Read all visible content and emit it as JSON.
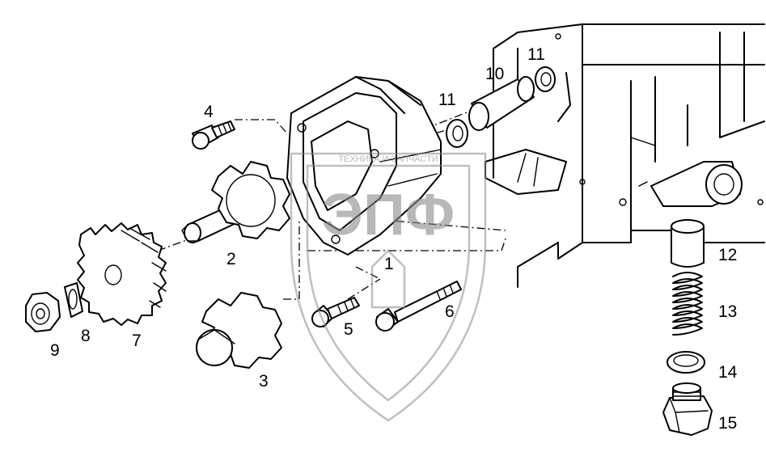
{
  "callouts": [
    {
      "id": "1",
      "label": "1"
    },
    {
      "id": "2",
      "label": "2"
    },
    {
      "id": "3",
      "label": "3"
    },
    {
      "id": "4",
      "label": "4"
    },
    {
      "id": "5",
      "label": "5"
    },
    {
      "id": "6",
      "label": "6"
    },
    {
      "id": "7",
      "label": "7"
    },
    {
      "id": "8",
      "label": "8"
    },
    {
      "id": "9",
      "label": "9"
    },
    {
      "id": "10",
      "label": "10"
    },
    {
      "id": "11a",
      "label": "11"
    },
    {
      "id": "11b",
      "label": "11"
    },
    {
      "id": "12",
      "label": "12"
    },
    {
      "id": "13",
      "label": "13"
    },
    {
      "id": "14",
      "label": "14"
    },
    {
      "id": "15",
      "label": "15"
    }
  ],
  "watermark": {
    "letters": "ЭПФ",
    "caption": "ТЕХНИКА И ЗАПЧАСТИ"
  },
  "colors": {
    "line": "#000000",
    "background": "#ffffff",
    "watermark": "#8a8a8a"
  }
}
